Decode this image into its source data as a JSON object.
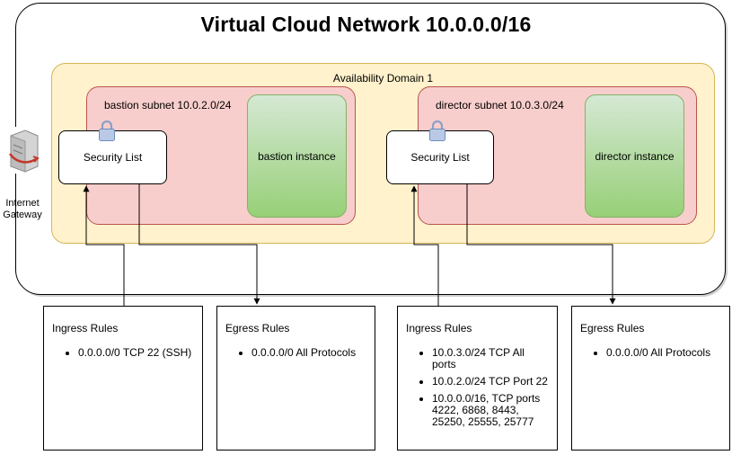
{
  "vcn": {
    "title": "Virtual Cloud Network 10.0.0.0/16"
  },
  "availability_domain": {
    "label": "Availability Domain 1"
  },
  "subnets": {
    "bastion": {
      "label": "bastion subnet 10.0.2.0/24",
      "instance": "bastion instance",
      "security_list": "Security List"
    },
    "director": {
      "label": "director subnet 10.0.3.0/24",
      "instance": "director instance",
      "security_list": "Security List"
    }
  },
  "gateway": {
    "label_line1": "Internet",
    "label_line2": "Gateway",
    "icon": "server-icon"
  },
  "rules": [
    {
      "title": "Ingress Rules",
      "items": [
        "0.0.0.0/0 TCP 22 (SSH)"
      ]
    },
    {
      "title": "Egress Rules",
      "items": [
        "0.0.0.0/0 All Protocols"
      ]
    },
    {
      "title": "Ingress Rules",
      "items": [
        "10.0.3.0/24 TCP All ports",
        "10.0.2.0/24 TCP Port 22",
        "10.0.0.0/16, TCP ports 4222, 6868, 8443, 25250, 25555, 25777"
      ]
    },
    {
      "title": "Egress Rules",
      "items": [
        "0.0.0.0/0 All Protocols"
      ]
    }
  ],
  "colors": {
    "availability_domain_fill": "#fff2cc",
    "subnet_fill": "#f8cecc",
    "instance_fill": "#97d077",
    "lock_color": "#6c8ebf"
  }
}
